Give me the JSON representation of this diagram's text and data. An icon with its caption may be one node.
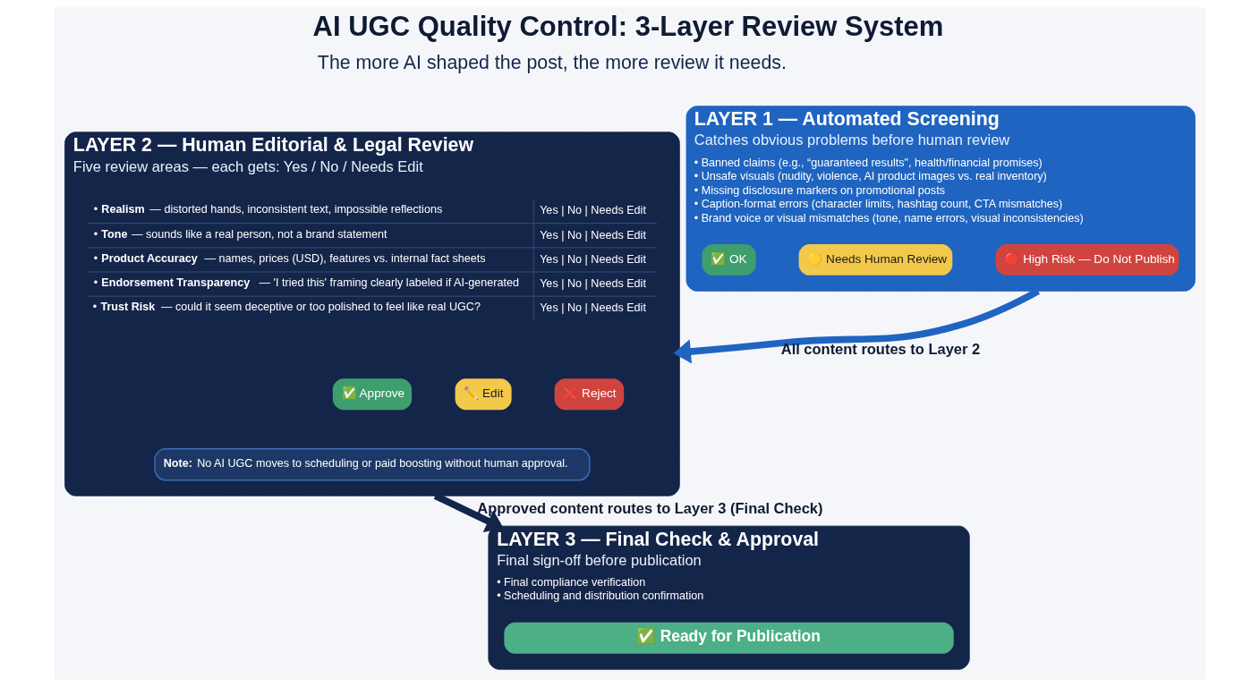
{
  "diagram": {
    "title": "AI UGC Quality Control: 3-Layer Review System",
    "nodes": [
      {
        "text": [
          "LAYER 1 — Automated Screening",
          "Catches obvious problems before human review",
          "• Banned claims (e.g., “guaranteed results\", health/financial promises)",
          "• Unsafe visuals (nudity, violence, AI product images vs. real inventory)",
          "• Missing disclosure markers on promotional posts",
          "• Caption-format errors (character limits, hashtag count, CTA mismatches)",
          "• Brand voice or visual mismatches (tone, name errors, visual inconsistencies)"
        ]
      },
      {
        "text": [
          "✅ OK"
        ],
        "in": 0
      },
      {
        "text": [
          "🟡 Needs Human Review"
        ],
        "in": 0
      },
      {
        "text": [
          "🔴 High Risk — Do Not Publish"
        ],
        "in": 0
      },
      {
        "text": [
          "LAYER 2 — Human Editorial & Legal Review",
          "Five review areas — each gets: Yes / No / Needs Edit"
        ]
      },
      {
        "text": [
          "✅ Approve"
        ],
        "in": 4
      },
      {
        "text": [
          "✏️ Edit"
        ],
        "in": 4
      },
      {
        "text": [
          "❌ Reject"
        ],
        "in": 4
      },
      {
        "text": [
          "**Note:** No AI UGC moves to scheduling or paid boosting without human approval."
        ],
        "in": 4
      },
      {
        "text": [
          "LAYER 3 — Final Check & Approval",
          "Final sign-off before publication",
          "• Final compliance verification",
          "• Scheduling and distribution confirmation"
        ]
      },
      {
        "text": [
          "✅ Ready for Publication"
        ],
        "in": 9
      }
    ],
    "edges": [
      {
        "from": 0,
        "to": 4,
        "arrow": "to",
        "label": "All content routes to Layer 2",
        "color": "#1f64c0"
      },
      {
        "from": 4,
        "to": 9,
        "arrow": "to",
        "label": "Approved content routes to Layer 3 (Final Check)",
        "color": "#14254a"
      }
    ],
    "labels": [
      "The more AI shaped the post, the more review it needs.",
      "• **Realism** — distorted hands, inconsistent text, impossible reflections",
      "Yes | No | Needs Edit",
      "• **Tone** — sounds like a real person, not a brand statement",
      "Yes | No | Needs Edit",
      "• **Product Accuracy** — names, prices (USD), features vs. internal fact sheets",
      "Yes | No | Needs Edit",
      "• **Endorsement Transparency** — 'I tried this' framing clearly labeled if AI-generated",
      "Yes | No | Needs Edit",
      "• **Trust Risk** — could it seem deceptive or too polished to feel like real UGC?",
      "Yes | No | Needs Edit"
    ]
  }
}
